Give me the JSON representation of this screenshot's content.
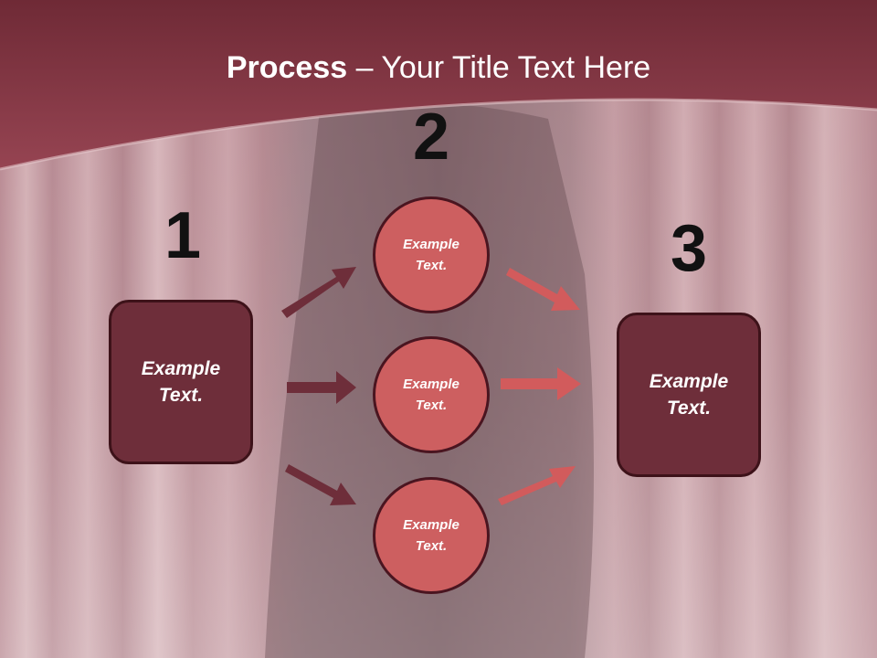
{
  "slide": {
    "title_bold": "Process",
    "title_rest": " – Your Title Text Here"
  },
  "steps": {
    "n1": "1",
    "n2": "2",
    "n3": "3"
  },
  "nodes": {
    "left_box": "Example\nText.",
    "circle_top": "Example\nText.",
    "circle_mid": "Example\nText.",
    "circle_bot": "Example\nText.",
    "right_box": "Example\nText."
  },
  "colors": {
    "header": "#8e3a48",
    "box": "#6e2e3a",
    "circle": "#cd5f60",
    "arrow_dark": "#6e2e3a",
    "arrow_light": "#d25b5c"
  }
}
